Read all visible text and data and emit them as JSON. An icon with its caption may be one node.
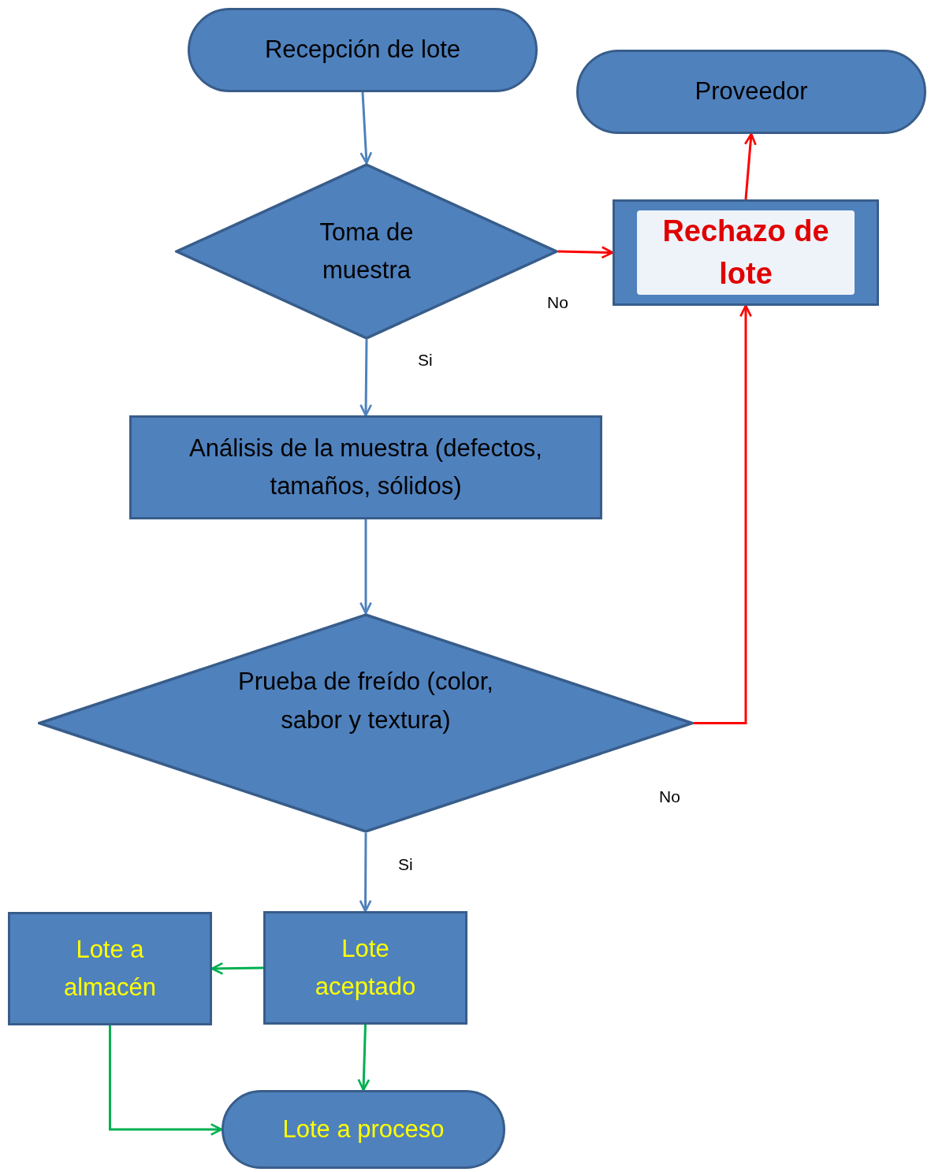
{
  "diagram": {
    "nodes": [
      {
        "text": [
          "Recepción de lote"
        ]
      },
      {
        "text": [
          "Toma de muestra"
        ]
      },
      {
        "text": [
          "Rechazo de lote"
        ]
      },
      {
        "text": [
          "Proveedor"
        ]
      },
      {
        "text": [
          "Análisis de la muestra (defectos, tamaños, sólidos)"
        ]
      },
      {
        "text": [
          "Prueba de freído (color, sabor y textura)"
        ]
      },
      {
        "text": [
          "Lote aceptado"
        ]
      },
      {
        "text": [
          "Lote a almacén"
        ]
      },
      {
        "text": [
          "Lote a proceso"
        ]
      }
    ],
    "edges": [
      {
        "from": 0,
        "to": 1,
        "arrow": "to"
      },
      {
        "from": 1,
        "to": 2,
        "arrow": "to",
        "label": "No",
        "color": "#ff0000"
      },
      {
        "from": 2,
        "to": 3,
        "arrow": "to",
        "color": "#ff0000"
      },
      {
        "from": 1,
        "to": 4,
        "arrow": "to",
        "label": "Si"
      },
      {
        "from": 4,
        "to": 5,
        "arrow": "to"
      },
      {
        "from": 5,
        "to": 2,
        "arrow": "to",
        "label": "No",
        "color": "#ff0000"
      },
      {
        "from": 5,
        "to": 6,
        "arrow": "to",
        "label": "Si"
      },
      {
        "from": 6,
        "to": 7,
        "arrow": "to",
        "color": "#00b050"
      },
      {
        "from": 6,
        "to": 8,
        "arrow": "to",
        "color": "#00b050"
      },
      {
        "from": 7,
        "to": 8,
        "arrow": "to",
        "color": "#00b050"
      }
    ]
  }
}
